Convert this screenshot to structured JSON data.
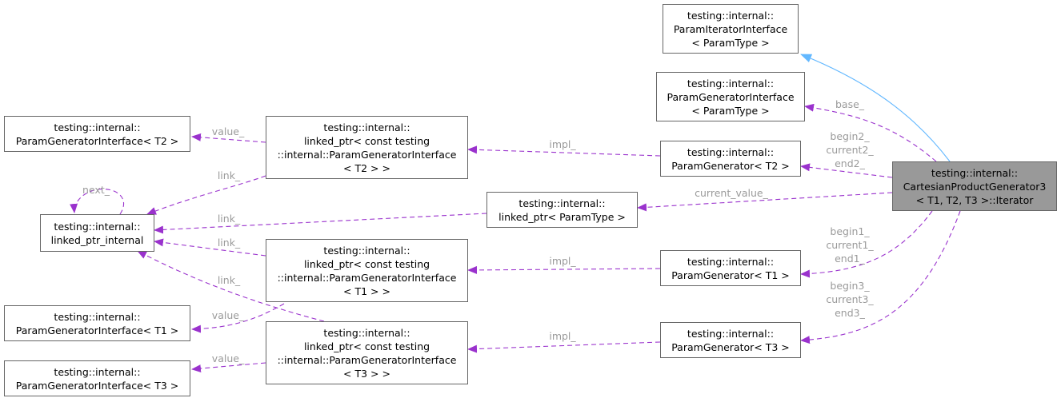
{
  "colors": {
    "dependency": "#9a32cd",
    "inheritance": "#63b8ff",
    "main_fill": "#999999",
    "label": "#9a9a9a"
  },
  "nodes": {
    "cartesian_iterator": [
      "testing::internal::",
      "CartesianProductGenerator3",
      "< T1, T2, T3 >::Iterator"
    ],
    "param_iterator_interface": [
      "testing::internal::",
      "ParamIteratorInterface",
      "< ParamType >"
    ],
    "param_generator_interface_paramtype": [
      "testing::internal::",
      "ParamGeneratorInterface",
      "< ParamType >"
    ],
    "param_generator_t2": [
      "testing::internal::",
      "ParamGenerator< T2 >"
    ],
    "param_generator_t1": [
      "testing::internal::",
      "ParamGenerator< T1 >"
    ],
    "param_generator_t3": [
      "testing::internal::",
      "ParamGenerator< T3 >"
    ],
    "linked_ptr_paramtype": [
      "testing::internal::",
      "linked_ptr< ParamType >"
    ],
    "linked_ptr_t2": [
      "testing::internal::",
      "linked_ptr< const testing",
      "::internal::ParamGeneratorInterface",
      "< T2 > >"
    ],
    "linked_ptr_t1": [
      "testing::internal::",
      "linked_ptr< const testing",
      "::internal::ParamGeneratorInterface",
      "< T1 > >"
    ],
    "linked_ptr_t3": [
      "testing::internal::",
      "linked_ptr< const testing",
      "::internal::ParamGeneratorInterface",
      "< T3 > >"
    ],
    "pgi_t2": [
      "testing::internal::",
      "ParamGeneratorInterface< T2 >"
    ],
    "pgi_t1": [
      "testing::internal::",
      "ParamGeneratorInterface< T1 >"
    ],
    "pgi_t3": [
      "testing::internal::",
      "ParamGeneratorInterface< T3 >"
    ],
    "linked_ptr_internal": [
      "testing::internal::",
      "linked_ptr_internal"
    ]
  },
  "edge_labels": {
    "base": [
      "base_"
    ],
    "t2_members": [
      "begin2_",
      "current2_",
      "end2_"
    ],
    "t1_members": [
      "begin1_",
      "current1_",
      "end1_"
    ],
    "t3_members": [
      "begin3_",
      "current3_",
      "end3_"
    ],
    "current_value": [
      "current_value_"
    ],
    "impl_t2": [
      "impl_"
    ],
    "impl_t1": [
      "impl_"
    ],
    "impl_t3": [
      "impl_"
    ],
    "value_t2": [
      "value_"
    ],
    "value_t1": [
      "value_"
    ],
    "value_t3": [
      "value_"
    ],
    "link_t2": [
      "link_"
    ],
    "link_paramtype": [
      "link_"
    ],
    "link_t1": [
      "link_"
    ],
    "link_t3": [
      "link_"
    ],
    "next": [
      "next_"
    ]
  }
}
